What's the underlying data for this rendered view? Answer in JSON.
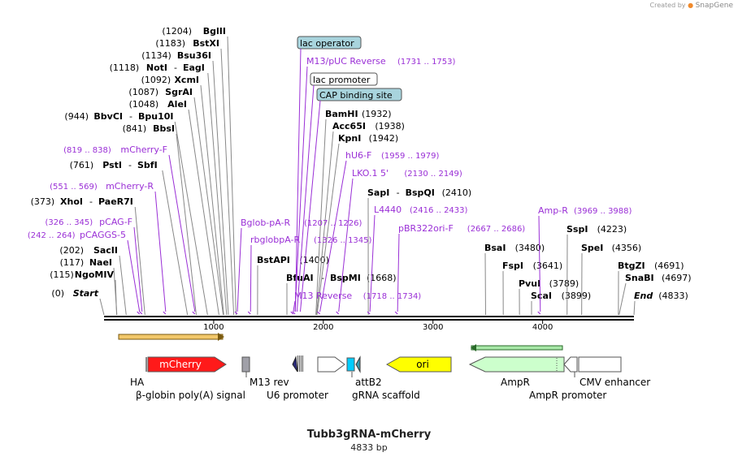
{
  "credit": {
    "prefix": "Created by",
    "brand": "SnapGene"
  },
  "plasmid": {
    "name": "Tubb3gRNA-mCherry",
    "length_label": "4833 bp",
    "length": 4833
  },
  "axis": {
    "ticks": [
      1000,
      2000,
      3000,
      4000
    ],
    "tick_labels": [
      "1000",
      "2000",
      "3000",
      "4000"
    ]
  },
  "colors": {
    "enzyme": "#000000",
    "primer": "#9a2fd6",
    "red": "#ff1a1a",
    "yellow": "#ffff00",
    "green": "#ccffcc",
    "gray": "#a0a0a8",
    "cyan": "#00ccff",
    "teal": "#3a9bb0",
    "label_box": "#a8d4dd"
  },
  "enzymes": [
    {
      "pos_label": "(0)",
      "name": "Start",
      "pos": 0,
      "italic": true
    },
    {
      "pos_label": "(115)",
      "name": "NgoMIV",
      "pos": 115
    },
    {
      "pos_label": "(117)",
      "name": "NaeI",
      "pos": 117
    },
    {
      "pos_label": "(202)",
      "name": "SacII",
      "pos": 202
    },
    {
      "pos_label": "(373)",
      "name": "XhoI",
      "name2": "PaeR7I",
      "pos": 373
    },
    {
      "pos_label": "(761)",
      "name": "PstI",
      "name2": "SbfI",
      "pos": 761
    },
    {
      "pos_label": "(841)",
      "name": "BbsI",
      "pos": 841
    },
    {
      "pos_label": "(944)",
      "name": "BbvCI",
      "name2": "Bpu10I",
      "pos": 944
    },
    {
      "pos_label": "(1048)",
      "name": "AleI",
      "pos": 1048
    },
    {
      "pos_label": "(1087)",
      "name": "SgrAI",
      "pos": 1087
    },
    {
      "pos_label": "(1092)",
      "name": "XcmI",
      "pos": 1092
    },
    {
      "pos_label": "(1118)",
      "name": "NotI",
      "name2": "EagI",
      "pos": 1118
    },
    {
      "pos_label": "(1134)",
      "name": "Bsu36I",
      "pos": 1134
    },
    {
      "pos_label": "(1183)",
      "name": "BstXI",
      "pos": 1183
    },
    {
      "pos_label": "(1204)",
      "name": "BglII",
      "pos": 1204
    },
    {
      "name": "BstAPI",
      "pos_label": "(1400)",
      "pos": 1400
    },
    {
      "name": "BfuAI",
      "name2": "BspMI",
      "pos_label": "(1668)",
      "pos": 1668
    },
    {
      "name": "BamHI",
      "pos_label": "(1932)",
      "pos": 1932
    },
    {
      "name": "Acc65I",
      "pos_label": "(1938)",
      "pos": 1938
    },
    {
      "name": "KpnI",
      "pos_label": "(1942)",
      "pos": 1942
    },
    {
      "name": "SapI",
      "name2": "BspQI",
      "pos_label": "(2410)",
      "pos": 2410
    },
    {
      "name": "BsaI",
      "pos_label": "(3480)",
      "pos": 3480
    },
    {
      "name": "FspI",
      "pos_label": "(3641)",
      "pos": 3641
    },
    {
      "name": "PvuI",
      "pos_label": "(3789)",
      "pos": 3789
    },
    {
      "name": "ScaI",
      "pos_label": "(3899)",
      "pos": 3899
    },
    {
      "name": "SspI",
      "pos_label": "(4223)",
      "pos": 4223
    },
    {
      "name": "SpeI",
      "pos_label": "(4356)",
      "pos": 4356
    },
    {
      "name": "BtgZI",
      "pos_label": "(4691)",
      "pos": 4691
    },
    {
      "name": "SnaBI",
      "pos_label": "(4697)",
      "pos": 4697
    },
    {
      "name": "End",
      "pos_label": "(4833)",
      "pos": 4833,
      "italic": true
    }
  ],
  "primers": [
    {
      "name": "pCAGGS-5",
      "range": "(242 .. 264)"
    },
    {
      "name": "pCAG-F",
      "range": "(326 .. 345)"
    },
    {
      "name": "mCherry-R",
      "range": "(551 .. 569)"
    },
    {
      "name": "mCherry-F",
      "range": "(819 .. 838)"
    },
    {
      "name": "Bglob-pA-R",
      "range": "(1207 .. 1226)"
    },
    {
      "name": "rbglobpA-R",
      "range": "(1326 .. 1345)"
    },
    {
      "name": "M13/pUC Reverse",
      "range": "(1731 .. 1753)"
    },
    {
      "name": "M13 Reverse",
      "range": "(1718 .. 1734)"
    },
    {
      "name": "hU6-F",
      "range": "(1959 .. 1979)"
    },
    {
      "name": "LKO.1 5'",
      "range": "(2130 .. 2149)"
    },
    {
      "name": "L4440",
      "range": "(2416 .. 2433)"
    },
    {
      "name": "pBR322ori-F",
      "range": "(2667 .. 2686)"
    },
    {
      "name": "Amp-R",
      "range": "(3969 .. 3988)"
    }
  ],
  "boxed_features": [
    {
      "name": "lac operator"
    },
    {
      "name": "lac promoter"
    },
    {
      "name": "CAP binding site"
    }
  ],
  "features": [
    {
      "name": "mCherry",
      "label": "mCherry"
    },
    {
      "name": "ori",
      "label": "ori"
    }
  ],
  "feature_labels": [
    "HA",
    "β-globin poly(A) signal",
    "M13 rev",
    "U6 promoter",
    "attB2",
    "gRNA scaffold",
    "AmpR",
    "AmpR promoter",
    "CMV enhancer"
  ]
}
